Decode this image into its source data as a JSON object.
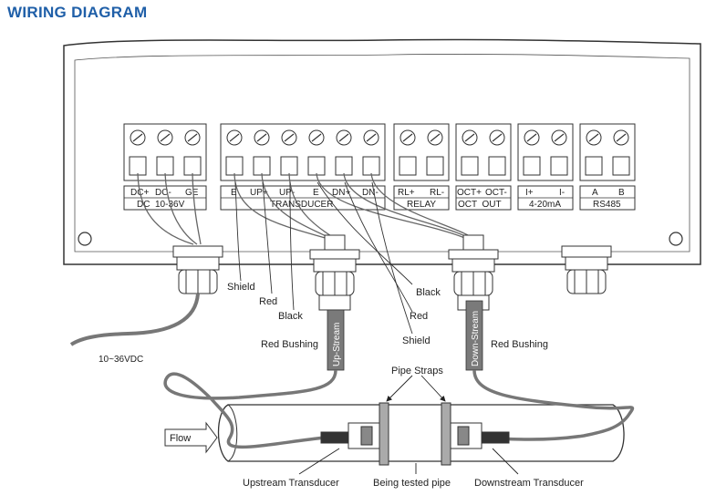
{
  "title": "WIRING DIAGRAM",
  "terminals": {
    "dc": [
      "DC+",
      "DC-",
      "GE"
    ],
    "transducer": [
      "E",
      "UP+",
      "UP-",
      "E",
      "DN+",
      "DN-"
    ],
    "relay": [
      "RL+",
      "RL-"
    ],
    "oct": [
      "OCT+",
      "OCT-"
    ],
    "current": [
      "I+",
      "I-"
    ],
    "rs485": [
      "A",
      "B"
    ]
  },
  "groups": {
    "dc": "DC  10-36V",
    "transducer": "TRANSDUCER",
    "relay": "RELAY",
    "oct": "OCT  OUT",
    "current": "4-20mA",
    "rs485": "RS485"
  },
  "wire_labels": {
    "shield_left": "Shield",
    "red_left": "Red",
    "black_left": "Black",
    "red_bushing_left": "Red Bushing",
    "black_right": "Black",
    "red_right": "Red",
    "shield_right": "Shield",
    "red_bushing_right": "Red Bushing",
    "power": "10~36VDC"
  },
  "cables": {
    "upstream": "Up-Stream",
    "downstream": "Down-Stream"
  },
  "pipe": {
    "straps": "Pipe Straps",
    "flow": "Flow",
    "upstream_transducer": "Upstream Transducer",
    "tested_pipe": "Being tested pipe",
    "downstream_transducer": "Downstream Transducer"
  }
}
